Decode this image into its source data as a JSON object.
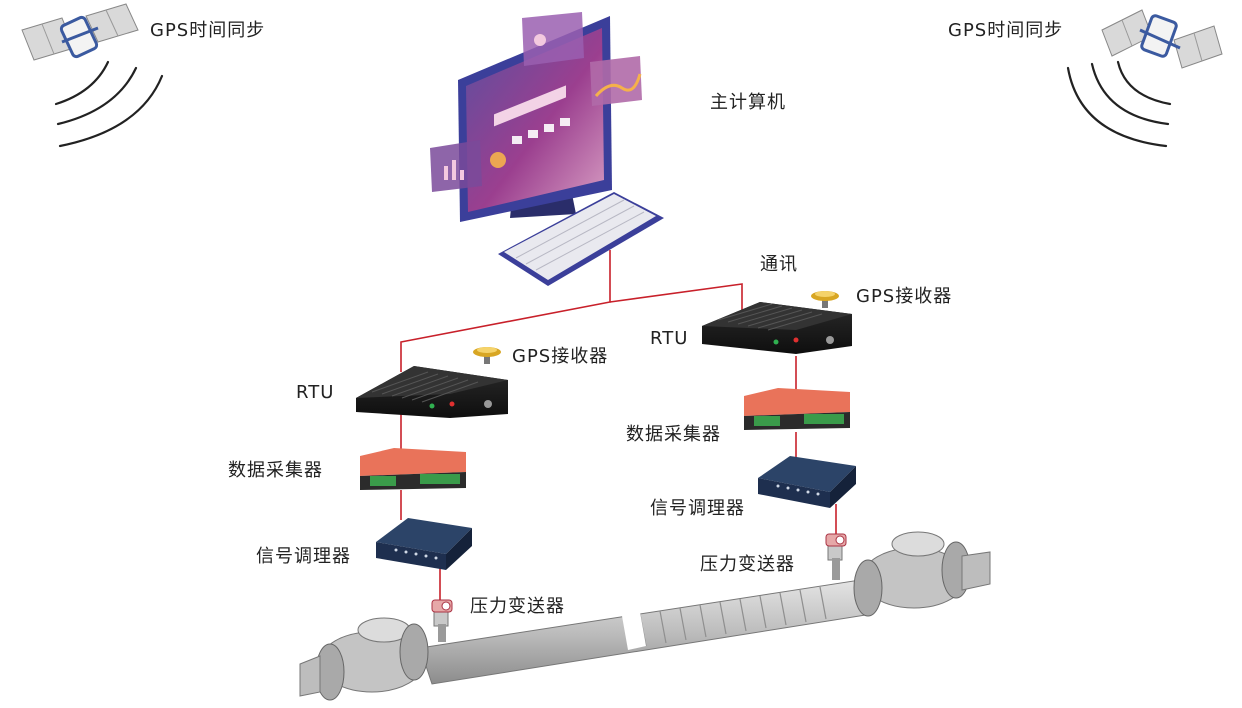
{
  "labels": {
    "gps_sync_left": "GPS时间同步",
    "gps_sync_right": "GPS时间同步",
    "host_computer": "主计算机",
    "communication": "通讯",
    "rtu_left": "RTU",
    "rtu_right": "RTU",
    "gps_receiver_left": "GPS接收器",
    "gps_receiver_right": "GPS接收器",
    "data_collector_left": "数据采集器",
    "data_collector_right": "数据采集器",
    "signal_conditioner_left": "信号调理器",
    "signal_conditioner_right": "信号调理器",
    "pressure_transmitter_left": "压力变送器",
    "pressure_transmitter_right": "压力变送器"
  },
  "colors": {
    "link_line": "#c8202a",
    "device_dark": "#1a1a1a",
    "monitor_frame": "#3b3f9a",
    "screen_accent": "#9b3f8f",
    "collector_top": "#e9735a",
    "terminal_green": "#3a9b4a",
    "conditioner": "#1e2f4f",
    "gps_puck": "#d8a623",
    "pipe": "#b9b9b9"
  }
}
